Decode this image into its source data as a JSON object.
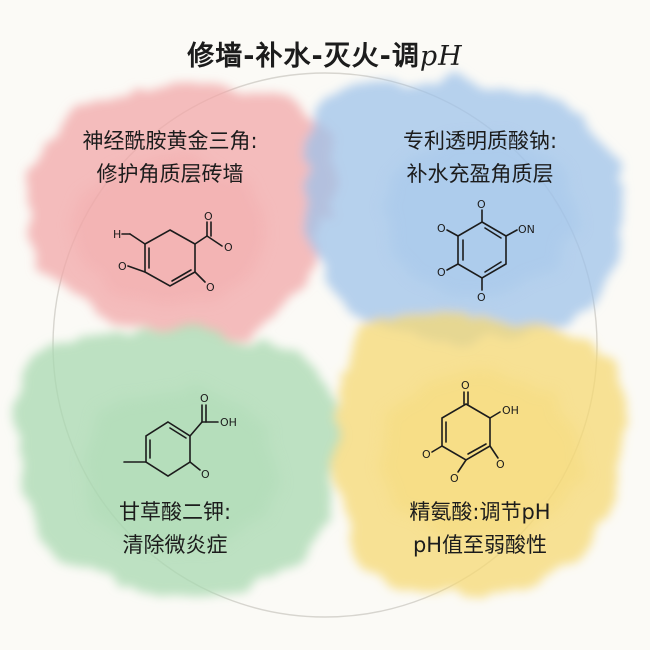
{
  "title": "修墙-补水-灭火-调pH",
  "quadrants": {
    "top_left": {
      "line1": "神经酰胺黄金三角:",
      "line2": "修护角质层砖墙",
      "color": "#f2a7a8",
      "atom_labels": {
        "l1": "H",
        "l2": "O",
        "l3": "O",
        "l4": "O",
        "l5": "O"
      }
    },
    "top_right": {
      "line1": "专利透明质酸钠:",
      "line2": "补水充盈角质层",
      "color": "#9fc3ea",
      "atom_labels": {
        "l1": "O",
        "l2": "O",
        "l3": "ON",
        "l4": "O",
        "l5": "O"
      }
    },
    "bottom_left": {
      "line1": "甘草酸二钾:",
      "line2": "清除微炎症",
      "color": "#a8d8b0",
      "atom_labels": {
        "l1": "O",
        "l2": "OH",
        "l3": "O"
      }
    },
    "bottom_right": {
      "line1": "精氨酸:调节pH",
      "line2": "pH值至弱酸性",
      "color": "#f6d874",
      "atom_labels": {
        "l1": "O",
        "l2": "OH",
        "l3": "O",
        "l4": "O",
        "l5": "O"
      }
    }
  }
}
